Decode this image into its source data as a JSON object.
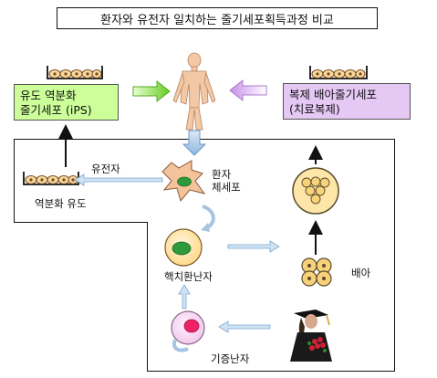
{
  "title": "환자와 유전자 일치하는 줄기세포획득과정 비교",
  "ips_box": {
    "line1": "유도 역분화",
    "line2": "줄기세포 (iPS)"
  },
  "clone_box": {
    "line1": "복제 배아줄기세포",
    "line2": "(치료복제)"
  },
  "labels": {
    "gene": "유전자",
    "dediff": "역분화 유도",
    "somatic_line1": "환자",
    "somatic_line2": "체세포",
    "nuclear_transfer": "핵치환난자",
    "embryo": "배아",
    "donor_egg": "기증난자"
  },
  "colors": {
    "arrow_green": "#66cc22",
    "arrow_violet": "#d4a8ee",
    "arrow_blue": "#a8c8e8",
    "egg_fill": "#ffe1a6",
    "nucleus_green": "#3aa03a",
    "nucleus_pink": "#ee2266",
    "embryo_fill": "#fde6b0"
  }
}
